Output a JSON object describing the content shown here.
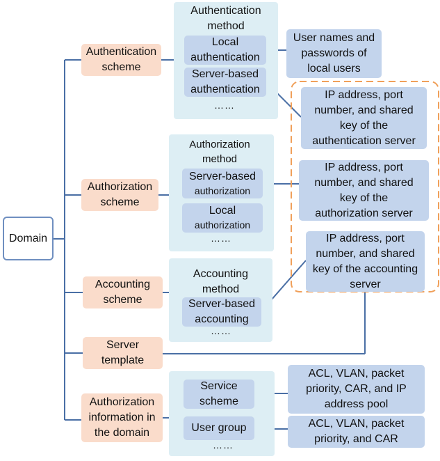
{
  "domain": "Domain",
  "authentication": {
    "scheme": [
      "Authentication",
      "scheme"
    ],
    "title": [
      "Authentication",
      "method"
    ],
    "local": [
      "Local",
      "authentication"
    ],
    "server": [
      "Server-based",
      "authentication"
    ],
    "dots": "……",
    "local_target": [
      "User names and",
      "passwords of",
      "local users"
    ],
    "server_target": [
      "IP address, port",
      "number, and shared",
      "key of the",
      "authentication server"
    ]
  },
  "authorization": {
    "scheme": [
      "Authorization",
      "scheme"
    ],
    "title": [
      "Authorization",
      "method"
    ],
    "server": [
      "Server-based",
      "authorization"
    ],
    "local": [
      "Local",
      "authorization"
    ],
    "dots": "……",
    "server_target": [
      "IP address, port",
      "number, and shared",
      "key of the",
      "authorization server"
    ]
  },
  "accounting": {
    "scheme": [
      "Accounting",
      "scheme"
    ],
    "title": [
      "Accounting",
      "method"
    ],
    "server": [
      "Server-based",
      "accounting"
    ],
    "dots": "……",
    "server_target": [
      "IP address, port",
      "number, and shared",
      "key of the accounting",
      "server"
    ]
  },
  "server_template": [
    "Server",
    "template"
  ],
  "authorization_info": {
    "label": [
      "Authorization",
      "information in",
      "the domain"
    ],
    "service_scheme": [
      "Service",
      "scheme"
    ],
    "user_group": "User group",
    "dots": "……",
    "service_target": [
      "ACL, VLAN, packet",
      "priority, CAR, and IP",
      "address pool"
    ],
    "user_group_target": [
      "ACL, VLAN, packet",
      "priority, and CAR"
    ]
  },
  "colors": {
    "line": "#4a6fa5",
    "orange_fill": "#fadccb",
    "panel_fill": "#ddeef4",
    "blue_fill": "#c3d4ec",
    "dash": "#f0a05a"
  }
}
